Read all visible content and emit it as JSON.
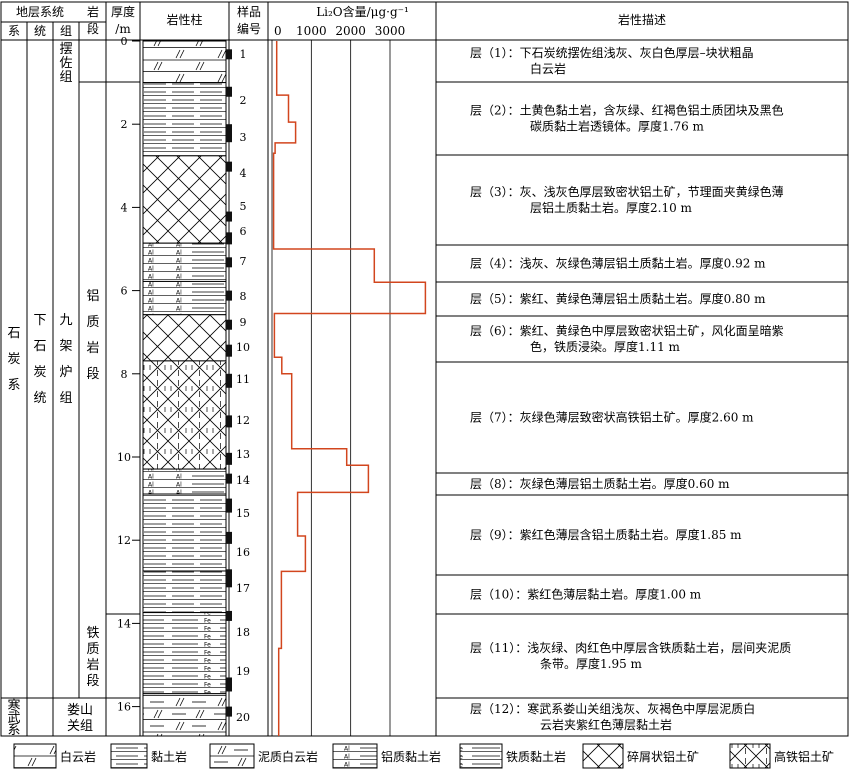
{
  "headers": {
    "system_group": "地层系统",
    "xi": "系",
    "tong": "统",
    "zu": "组",
    "yanduan": [
      "岩",
      "段"
    ],
    "thickness": [
      "厚度",
      "/m"
    ],
    "column": "岩性柱",
    "sample": [
      "样品",
      "编号"
    ],
    "li_label": "Li₂O含量/μg·g⁻¹",
    "desc": "岩性描述"
  },
  "strat": {
    "xi_main": [
      "石",
      "炭",
      "系"
    ],
    "tong_main": [
      "下",
      "石",
      "炭",
      "统"
    ],
    "zu_top": [
      "摆",
      "佐",
      "组"
    ],
    "zu_main": [
      "九",
      "架",
      "炉",
      "组"
    ],
    "duan_al": [
      "铝",
      "质",
      "岩",
      "段"
    ],
    "duan_fe": [
      "铁",
      "质",
      "岩",
      "段"
    ],
    "xi_bottom": [
      "寒",
      "武",
      "系"
    ],
    "zu_bottom": [
      "娄山",
      "关组"
    ]
  },
  "depth_ticks": [
    "0",
    "2",
    "4",
    "6",
    "8",
    "10",
    "12",
    "14",
    "16"
  ],
  "samples": [
    "1",
    "2",
    "3",
    "4",
    "5",
    "6",
    "7",
    "8",
    "9",
    "10",
    "11",
    "12",
    "13",
    "14",
    "15",
    "16",
    "17",
    "18",
    "19",
    "20"
  ],
  "layers": [
    {
      "type": "dolomite",
      "top": 0,
      "bottom": 1.0
    },
    {
      "type": "clay",
      "top": 1.0,
      "bottom": 2.76
    },
    {
      "type": "clastic",
      "top": 2.76,
      "bottom": 4.86
    },
    {
      "type": "al_clay",
      "top": 4.86,
      "bottom": 5.78
    },
    {
      "type": "al_clay",
      "top": 5.78,
      "bottom": 6.58
    },
    {
      "type": "clastic",
      "top": 6.58,
      "bottom": 7.69
    },
    {
      "type": "high_fe",
      "top": 7.69,
      "bottom": 10.29
    },
    {
      "type": "al_clay",
      "top": 10.29,
      "bottom": 10.89
    },
    {
      "type": "clay",
      "top": 10.89,
      "bottom": 12.74
    },
    {
      "type": "clay",
      "top": 12.74,
      "bottom": 13.74
    },
    {
      "type": "fe_clay",
      "top": 13.74,
      "bottom": 15.69
    },
    {
      "type": "shaly_dolomite",
      "top": 15.69,
      "bottom": 16.8
    }
  ],
  "chart_data": {
    "type": "line",
    "xlabel": "Li₂O含量/μg·g⁻¹",
    "ylabel": "厚度/m",
    "xticks": [
      0,
      1000,
      2000,
      3000
    ],
    "xlim": [
      0,
      4000
    ],
    "ylim": [
      0,
      16.8
    ],
    "y_reversed": true,
    "step_profile": [
      {
        "top": 0,
        "bottom": 1.3,
        "value": 120
      },
      {
        "top": 1.3,
        "bottom": 1.95,
        "value": 420
      },
      {
        "top": 1.95,
        "bottom": 2.45,
        "value": 600
      },
      {
        "top": 2.45,
        "bottom": 2.7,
        "value": 80
      },
      {
        "top": 2.7,
        "bottom": 5.0,
        "value": 40
      },
      {
        "top": 5.0,
        "bottom": 5.8,
        "value": 2600
      },
      {
        "top": 5.8,
        "bottom": 6.55,
        "value": 3900
      },
      {
        "top": 6.55,
        "bottom": 7.6,
        "value": 60
      },
      {
        "top": 7.6,
        "bottom": 8.0,
        "value": 250
      },
      {
        "top": 8.0,
        "bottom": 9.8,
        "value": 500
      },
      {
        "top": 9.8,
        "bottom": 10.2,
        "value": 1900
      },
      {
        "top": 10.2,
        "bottom": 10.85,
        "value": 2450
      },
      {
        "top": 10.85,
        "bottom": 11.9,
        "value": 650
      },
      {
        "top": 11.9,
        "bottom": 12.75,
        "value": 850
      },
      {
        "top": 12.75,
        "bottom": 14.6,
        "value": 240
      },
      {
        "top": 14.6,
        "bottom": 16.8,
        "value": 170
      }
    ]
  },
  "descriptions": [
    {
      "lines": [
        "层（1）：下石炭统摆佐组浅灰、灰白色厚层–块状粗晶",
        "白云岩"
      ]
    },
    {
      "lines": [
        "层（2）：土黄色黏土岩，含灰绿、红褐色铝土质团块及黑色",
        "碳质黏土岩透镜体。厚度1.76 m"
      ]
    },
    {
      "lines": [
        "层（3）：灰、浅灰色厚层致密状铝土矿，节理面夹黄绿色薄",
        "层铝土质黏土岩。厚度2.10 m"
      ]
    },
    {
      "lines": [
        "层（4）：浅灰、灰绿色薄层铝土质黏土岩。厚度0.92 m"
      ]
    },
    {
      "lines": [
        "层（5）：紫红、黄绿色薄层铝土质黏土岩。厚度0.80 m"
      ]
    },
    {
      "lines": [
        "层（6）：紫红、黄绿色中厚层致密状铝土矿，风化面呈暗紫",
        "色，铁质浸染。厚度1.11 m"
      ]
    },
    {
      "lines": [
        "层（7）：灰绿色薄层致密状高铁铝土矿。厚度2.60 m"
      ]
    },
    {
      "lines": [
        "层（8）：灰绿色薄层铝土质黏土岩。厚度0.60 m"
      ]
    },
    {
      "lines": [
        "层（9）：紫红色薄层含铝土质黏土岩。厚度1.85 m"
      ]
    },
    {
      "lines": [
        "层（10）：紫红色薄层黏土岩。厚度1.00 m"
      ]
    },
    {
      "lines": [
        "层（11）：浅灰绿、肉红色中厚层含铁质黏土岩，层间夹泥质",
        "条带。厚度1.95 m"
      ]
    },
    {
      "lines": [
        "层（12）：寒武系娄山关组浅灰、灰褐色中厚层泥质白",
        "云岩夹紫红色薄层黏土岩"
      ]
    }
  ],
  "legend": [
    {
      "type": "dolomite",
      "label": "白云岩"
    },
    {
      "type": "clay",
      "label": "黏土岩"
    },
    {
      "type": "shaly_dolomite",
      "label": "泥质白云岩"
    },
    {
      "type": "al_clay",
      "label": "铝质黏土岩"
    },
    {
      "type": "fe_clay",
      "label": "铁质黏土岩"
    },
    {
      "type": "clastic",
      "label": "碎屑状铝土矿"
    },
    {
      "type": "high_fe",
      "label": "高铁铝土矿"
    }
  ],
  "pattern_text": {
    "al": "Al",
    "fe": "Fe"
  },
  "colors": {
    "line": "#d2461e",
    "ink": "#000000",
    "sample_bar": "#111111"
  }
}
